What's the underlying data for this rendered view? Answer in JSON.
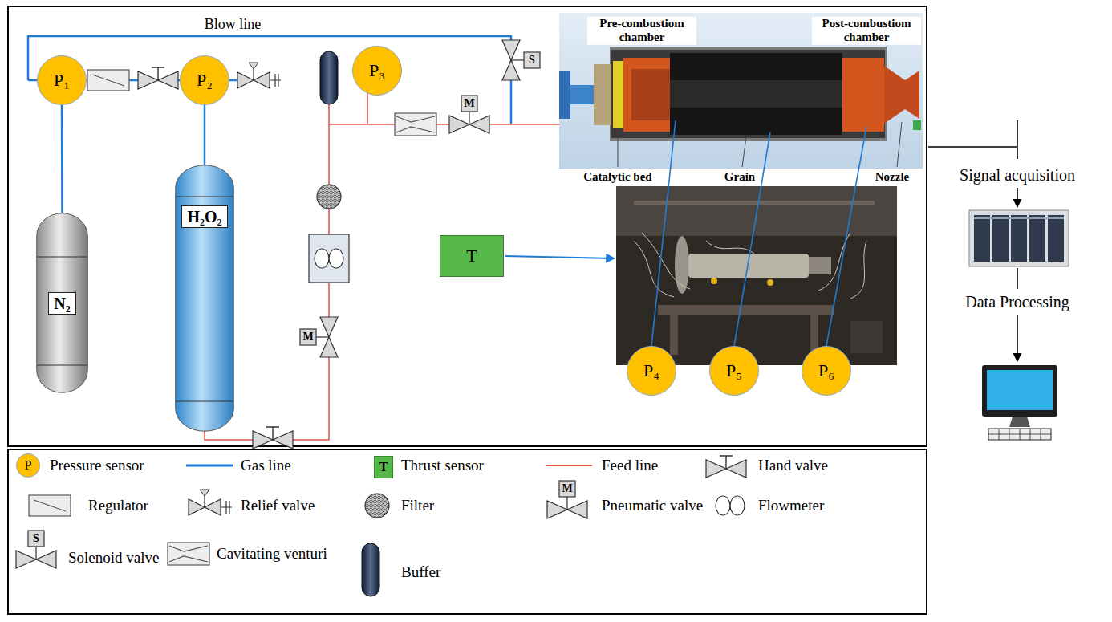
{
  "diagram": {
    "nodes": [
      {
        "text": [
          "P₁"
        ]
      },
      {
        "text": [
          "N₂"
        ]
      },
      {
        "text": [
          "P₂"
        ]
      },
      {
        "text": [
          "H₂O₂"
        ]
      },
      {
        "text": [
          "P₃"
        ]
      },
      {
        "text": [
          "T"
        ]
      },
      {
        "text": [
          "P₄"
        ]
      },
      {
        "text": [
          "P₅"
        ]
      },
      {
        "text": [
          "P₆"
        ]
      },
      {
        "text": [
          "P"
        ]
      },
      {
        "text": [
          "T"
        ]
      }
    ],
    "edges": [
      {
        "from": 0,
        "to": 1,
        "arrow": "none"
      },
      {
        "from": 0,
        "to": 2,
        "arrow": "none"
      },
      {
        "from": 2,
        "to": 3,
        "arrow": "none"
      }
    ],
    "labels": [
      "Blow line",
      "S",
      "M",
      "Pre-combustiom chamber",
      "Post-combustiom chamber",
      "Catalytic bed",
      "Grain",
      "Nozzle",
      "M",
      "Signal acquisition",
      "Data Processing",
      "M",
      "S"
    ],
    "legend": [
      {
        "text": "Pressure sensor"
      },
      {
        "text": "Gas line"
      },
      {
        "text": "Thrust sensor"
      },
      {
        "text": "Feed line"
      },
      {
        "text": "Hand valve"
      },
      {
        "text": "Regulator"
      },
      {
        "text": "Relief valve"
      },
      {
        "text": "Filter"
      },
      {
        "text": "Pneumatic valve"
      },
      {
        "text": "Flowmeter"
      },
      {
        "text": "Solenoid valve"
      },
      {
        "text": "Cavitating venturi"
      },
      {
        "text": "Buffer"
      }
    ]
  }
}
